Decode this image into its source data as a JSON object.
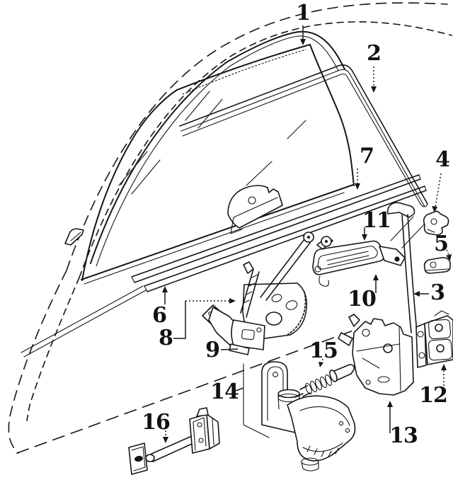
{
  "diagram": {
    "colors": {
      "background": "#ffffff",
      "line": "#161616"
    },
    "callouts": {
      "c1": {
        "label": "1"
      },
      "c2": {
        "label": "2"
      },
      "c3": {
        "label": "3"
      },
      "c4": {
        "label": "4"
      },
      "c5": {
        "label": "5"
      },
      "c6": {
        "label": "6"
      },
      "c7": {
        "label": "7"
      },
      "c8": {
        "label": "8"
      },
      "c9": {
        "label": "9"
      },
      "c10": {
        "label": "10"
      },
      "c11": {
        "label": "11"
      },
      "c12": {
        "label": "12"
      },
      "c13": {
        "label": "13"
      },
      "c14": {
        "label": "14"
      },
      "c15": {
        "label": "15"
      },
      "c16": {
        "label": "16"
      }
    }
  }
}
